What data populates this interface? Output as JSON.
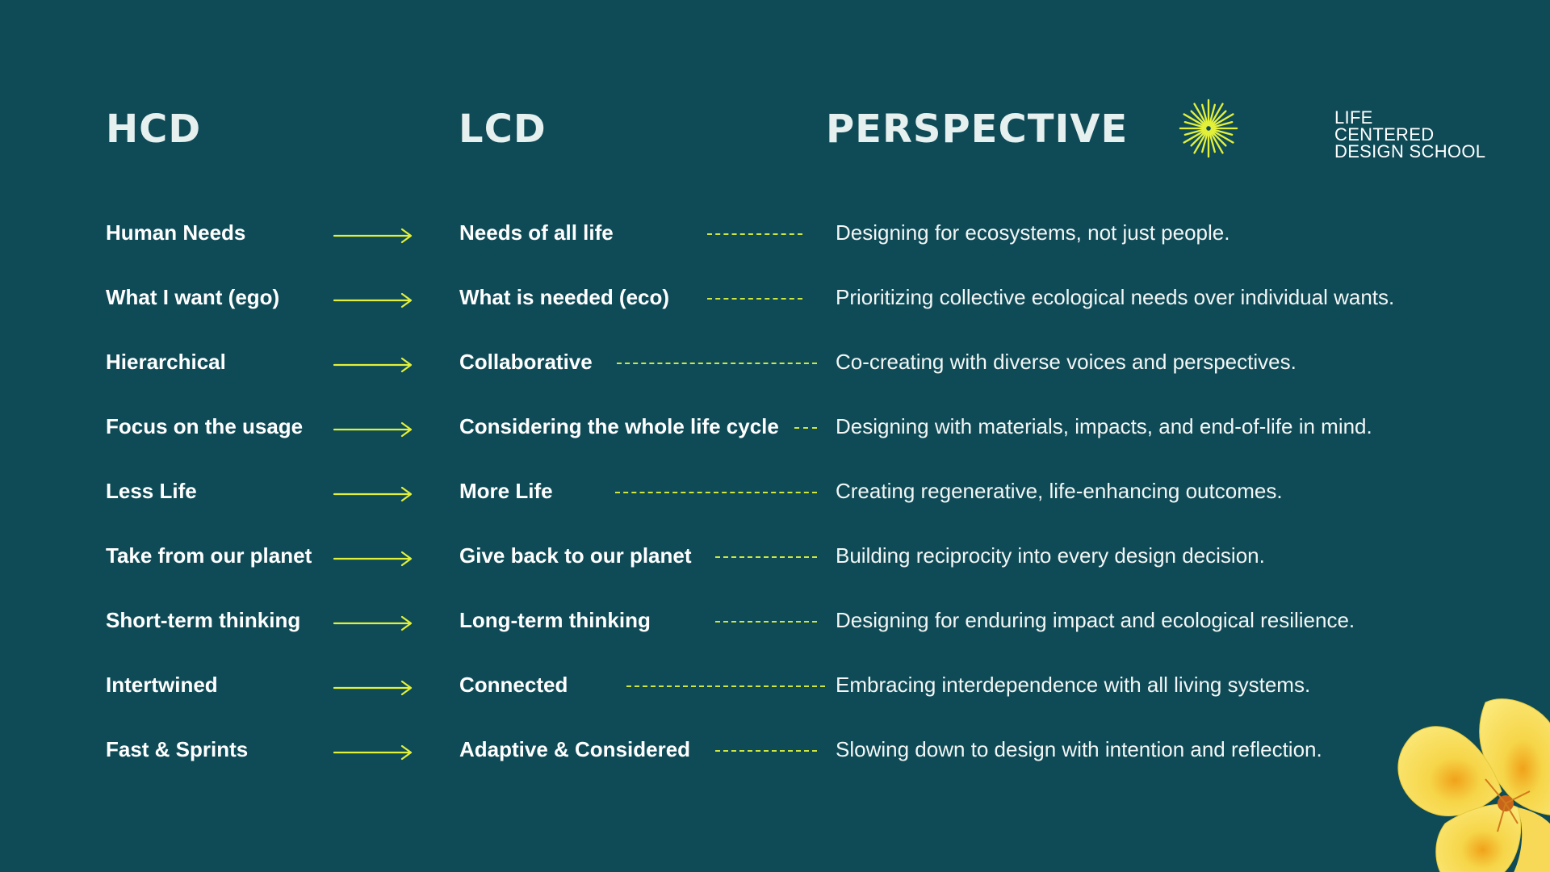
{
  "headings": {
    "hcd": "HCD",
    "lcd": "LCD",
    "perspective": "PERSPECTIVE"
  },
  "logo": {
    "icon": "sun-burst-icon",
    "line1": "LIFE",
    "line2": "CENTERED",
    "line3": "DESIGN SCHOOL"
  },
  "colors": {
    "background": "#0e4b57",
    "accent": "#e3f03a",
    "text": "#ffffff"
  },
  "rows": [
    {
      "hcd": "Human Needs",
      "lcd": "Needs of all life",
      "perspective": "Designing for ecosystems, not just people."
    },
    {
      "hcd": "What I want (ego)",
      "lcd": "What is needed (eco)",
      "perspective": "Prioritizing collective ecological needs over individual wants."
    },
    {
      "hcd": "Hierarchical",
      "lcd": "Collaborative",
      "perspective": "Co-creating with diverse voices and perspectives."
    },
    {
      "hcd": "Focus on the usage",
      "lcd": "Considering the whole life cycle",
      "perspective": "Designing with materials, impacts, and end-of-life in mind."
    },
    {
      "hcd": "Less Life",
      "lcd": "More Life",
      "perspective": "Creating regenerative, life-enhancing outcomes."
    },
    {
      "hcd": "Take from our planet",
      "lcd": "Give back to our planet",
      "perspective": "Building reciprocity into every design decision."
    },
    {
      "hcd": "Short-term thinking",
      "lcd": "Long-term thinking",
      "perspective": "Designing for enduring impact and ecological resilience."
    },
    {
      "hcd": "Intertwined",
      "lcd": "Connected",
      "perspective": "Embracing interdependence with all living systems."
    },
    {
      "hcd": "Fast & Sprints",
      "lcd": "Adaptive & Considered",
      "perspective": "Slowing down to design with intention and reflection."
    }
  ],
  "decorations": {
    "arrow_icon": "right-arrow-icon",
    "flower_icon": "yellow-flower-icon"
  }
}
